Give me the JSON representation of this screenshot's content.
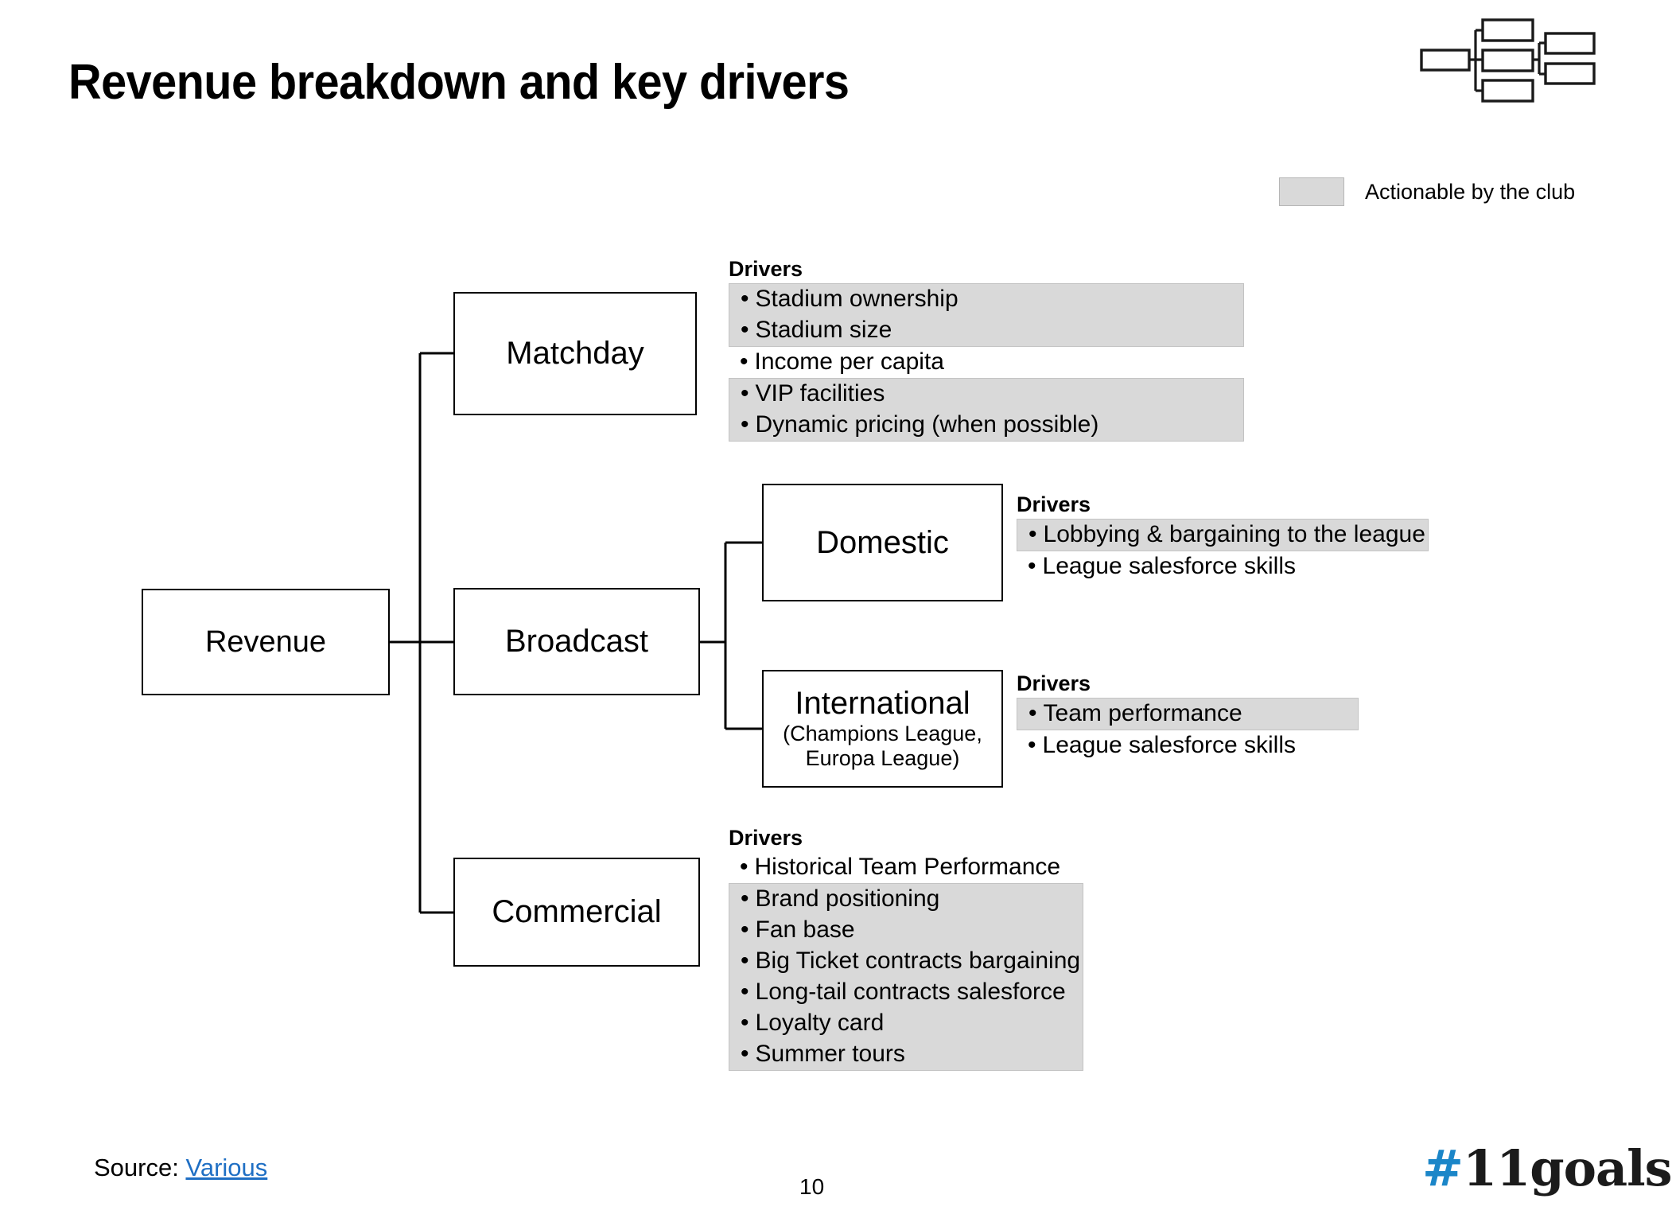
{
  "slide": {
    "title": "Revenue breakdown and key drivers",
    "page_number": "10"
  },
  "legend": {
    "label": "Actionable by the club",
    "swatch_color": "#D9D9D9"
  },
  "tree": {
    "root": {
      "label": "Revenue"
    },
    "level1": [
      {
        "id": "matchday",
        "label": "Matchday"
      },
      {
        "id": "broadcast",
        "label": "Broadcast"
      },
      {
        "id": "commercial",
        "label": "Commercial"
      }
    ],
    "level2": [
      {
        "id": "domestic",
        "label": "Domestic",
        "sub": ""
      },
      {
        "id": "international",
        "label": "International",
        "sub_line1": "(Champions League,",
        "sub_line2": "Europa League)"
      }
    ]
  },
  "drivers": {
    "heading": "Drivers",
    "matchday": {
      "heading": "Drivers",
      "items": [
        {
          "text": "Stadium ownership",
          "actionable": true
        },
        {
          "text": "Stadium size",
          "actionable": true
        },
        {
          "text": "Income per capita",
          "actionable": false
        },
        {
          "text": "VIP facilities",
          "actionable": true
        },
        {
          "text": "Dynamic pricing (when possible)",
          "actionable": true
        }
      ]
    },
    "domestic": {
      "heading": "Drivers",
      "items": [
        {
          "text": "Lobbying & bargaining to the league",
          "actionable": true
        },
        {
          "text": "League salesforce skills",
          "actionable": false
        }
      ]
    },
    "international": {
      "heading": "Drivers",
      "items": [
        {
          "text": "Team performance",
          "actionable": true
        },
        {
          "text": "League salesforce skills",
          "actionable": false
        }
      ]
    },
    "commercial": {
      "heading": "Drivers",
      "items": [
        {
          "text": "Historical Team Performance",
          "actionable": false
        },
        {
          "text": "Brand positioning",
          "actionable": true
        },
        {
          "text": "Fan base",
          "actionable": true
        },
        {
          "text": "Big Ticket contracts bargaining",
          "actionable": true
        },
        {
          "text": "Long-tail contracts salesforce",
          "actionable": true
        },
        {
          "text": "Loyalty card",
          "actionable": true
        },
        {
          "text": "Summer tours",
          "actionable": true
        }
      ]
    }
  },
  "footer": {
    "source_prefix": "Source: ",
    "source_link": "Various",
    "brand_hash": "#",
    "brand_name": "11goals"
  },
  "colors": {
    "highlight": "#D9D9D9",
    "highlight_border": "#C3C3C3",
    "link": "#1F6FC4",
    "brand_blue": "#1B86C8",
    "box_border": "#000000"
  },
  "icons": {
    "corner": "org-tree-icon"
  }
}
